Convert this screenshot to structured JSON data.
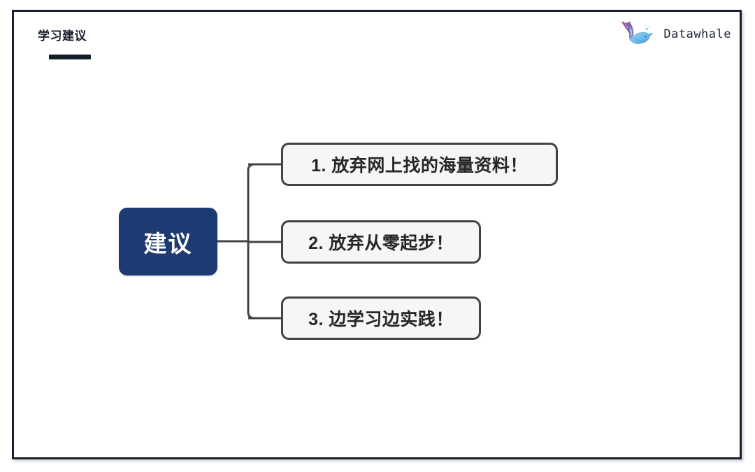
{
  "slide": {
    "title": "学习建议",
    "background_color": "#ffffff",
    "frame_color": "#1a1f2e",
    "accent_color": "#1e3a72"
  },
  "brand": {
    "name": "Datawhale",
    "logo_icon": "whale-icon",
    "tail_color": "#9b5a9e",
    "body_color": "#64b4e4"
  },
  "diagram": {
    "type": "mindmap",
    "root": {
      "label": "建议",
      "fill": "#1e3a72",
      "text_color": "#ffffff"
    },
    "branches": [
      {
        "label": "1. 放弃网上找的海量资料！"
      },
      {
        "label": "2. 放弃从零起步！"
      },
      {
        "label": "3. 边学习边实践！"
      }
    ]
  }
}
